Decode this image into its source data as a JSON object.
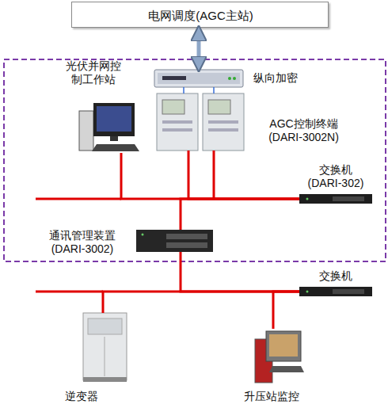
{
  "diagram": {
    "nodes": [
      {
        "text": [
          "电网调度(AGC主站)"
        ]
      },
      {
        "text": [
          "纵向加密"
        ]
      },
      {
        "text": [
          "光伏并网控 制工作站"
        ]
      },
      {
        "text": [
          "AGC控制终端 (DARI-3002N)"
        ]
      },
      {
        "text": [
          "交换机 (DARI-302)"
        ]
      },
      {
        "text": [
          "通讯管理装置 (DARI-3002)"
        ]
      },
      {
        "text": [
          "交换机"
        ]
      },
      {
        "text": [
          "逆变器"
        ]
      },
      {
        "text": [
          "升压站监控"
        ]
      }
    ],
    "edges": [
      {
        "from": 0,
        "to": 1,
        "arrow": "both"
      },
      {
        "from": 1,
        "to": 3,
        "arrow": "none"
      },
      {
        "from": 2,
        "to": 4,
        "arrow": "none"
      },
      {
        "from": 3,
        "to": 4,
        "arrow": "none"
      },
      {
        "from": 5,
        "to": 4,
        "arrow": "none"
      },
      {
        "from": 5,
        "to": 6,
        "arrow": "none"
      },
      {
        "from": 7,
        "to": 6,
        "arrow": "none"
      },
      {
        "from": 8,
        "to": 6,
        "arrow": "none"
      }
    ]
  }
}
